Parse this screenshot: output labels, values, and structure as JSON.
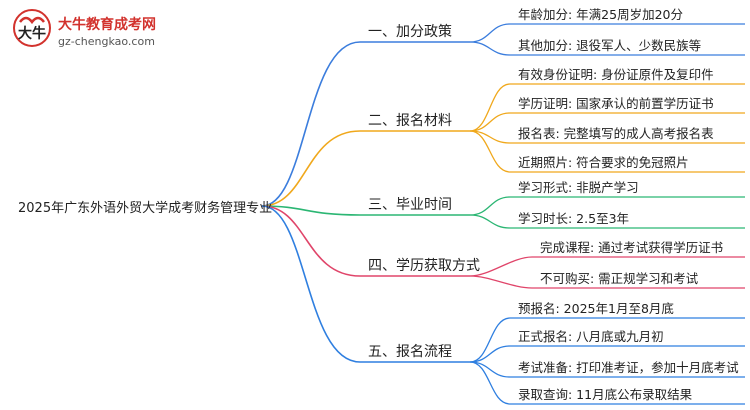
{
  "logo": {
    "title": "大牛教育成考网",
    "url": "gz-chengkao.com"
  },
  "root": {
    "label": "2025年广东外语外贸大学成考财务管理专业"
  },
  "branches": [
    {
      "label": "一、加分政策",
      "color": "#3b7ddd",
      "leaves": [
        "年龄加分: 年满25周岁加20分",
        "其他加分: 退役军人、少数民族等"
      ]
    },
    {
      "label": "二、报名材料",
      "color": "#f0a81c",
      "leaves": [
        "有效身份证明: 身份证原件及复印件",
        "学历证明: 国家承认的前置学历证书",
        "报名表: 完整填写的成人高考报名表",
        "近期照片: 符合要求的免冠照片"
      ]
    },
    {
      "label": "三、毕业时间",
      "color": "#2bb673",
      "leaves": [
        "学习形式: 非脱产学习",
        "学习时长: 2.5至3年"
      ]
    },
    {
      "label": "四、学历获取方式",
      "color": "#e0456a",
      "leaves": [
        "完成课程: 通过考试获得学历证书",
        "不可购买: 需正规学习和考试"
      ]
    },
    {
      "label": "五、报名流程",
      "color": "#2f7fe0",
      "leaves": [
        "预报名: 2025年1月至8月底",
        "正式报名: 八月底或九月初",
        "考试准备: 打印准考证，参加十月底考试",
        "录取查询: 11月底公布录取结果"
      ]
    }
  ]
}
